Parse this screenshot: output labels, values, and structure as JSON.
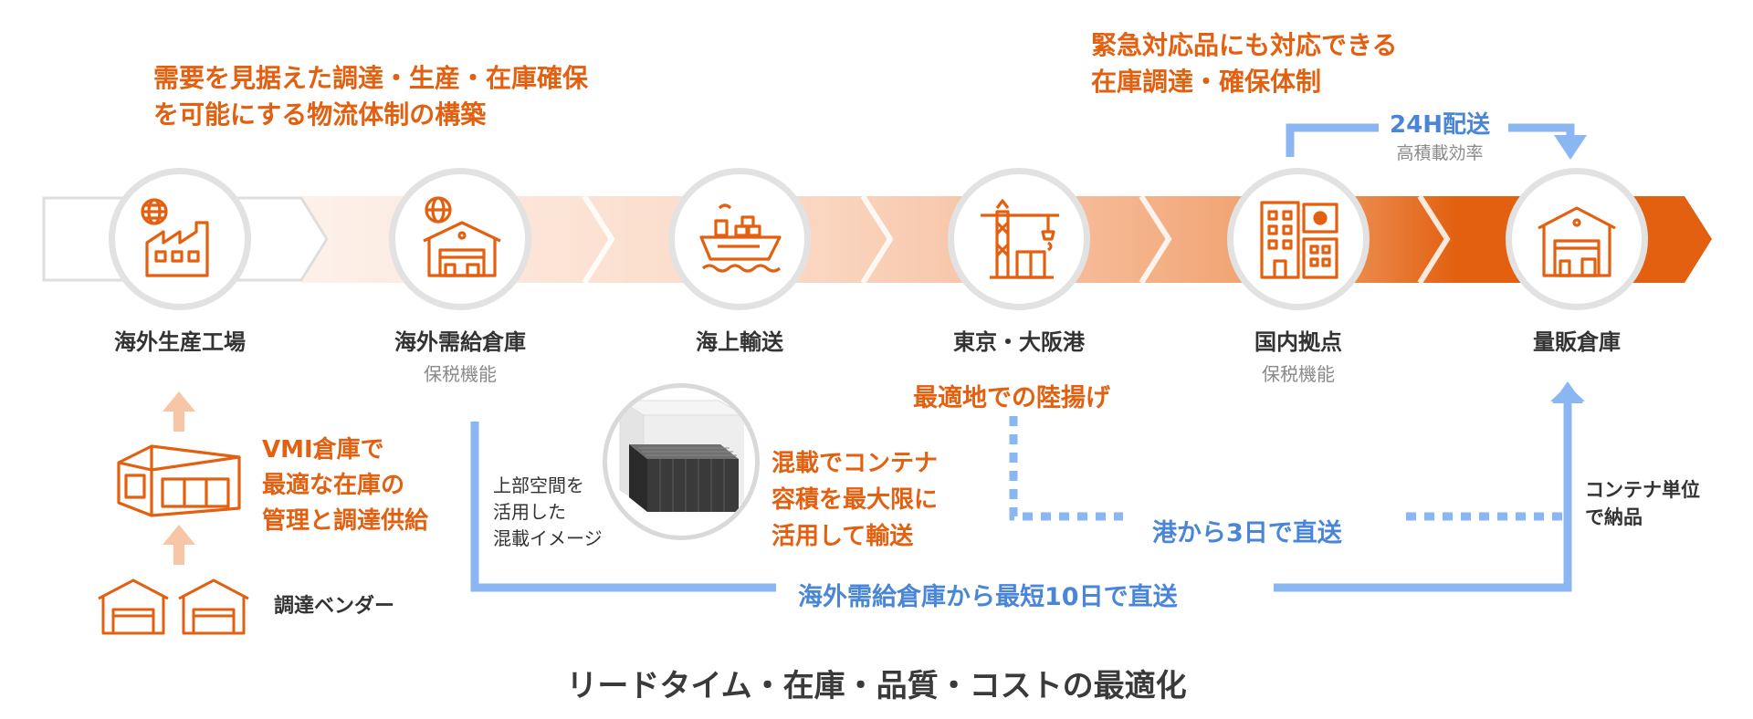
{
  "headline_left": [
    "需要を見据えた調達・生産・在庫確保",
    "を可能にする物流体制の構築"
  ],
  "headline_right": [
    "緊急対応品にも対応できる",
    "在庫調達・確保体制"
  ],
  "express": {
    "label": "24H配送",
    "sub": "高積載効率"
  },
  "stages": [
    {
      "label": "海外生産工場",
      "sub": ""
    },
    {
      "label": "海外需給倉庫",
      "sub": "保税機能"
    },
    {
      "label": "海上輸送",
      "sub": ""
    },
    {
      "label": "東京・大阪港",
      "sub": ""
    },
    {
      "label": "国内拠点",
      "sub": "保税機能"
    },
    {
      "label": "量販倉庫",
      "sub": ""
    }
  ],
  "vmi": [
    "VMI倉庫で",
    "最適な在庫の",
    "管理と調達供給"
  ],
  "vendor": "調達ベンダー",
  "mixed_image_caption": [
    "上部空間を",
    "活用した",
    "混載イメージ"
  ],
  "mixed_note": [
    "混載でコンテナ",
    "容積を最大限に",
    "活用して輸送"
  ],
  "port_note": "最適地での陸揚げ",
  "port_direct": "港から3日で直送",
  "warehouse_direct": "海外需給倉庫から最短10日で直送",
  "container_note": [
    "コンテナ単位",
    "で納品"
  ],
  "footer": "リードタイム・在庫・品質・コストの最適化",
  "colors": {
    "orange": "#e2600f",
    "blue": "#8ab6f2",
    "blue_text": "#4a86d8",
    "gray_ring": "#e2e2e2"
  },
  "icons": [
    "factory-globe-icon",
    "warehouse-globe-icon",
    "cargo-ship-icon",
    "port-crane-icon",
    "office-buildings-flag-icon",
    "warehouse-icon",
    "vmi-warehouse-icon",
    "vendor-warehouse-icon",
    "container-image"
  ]
}
